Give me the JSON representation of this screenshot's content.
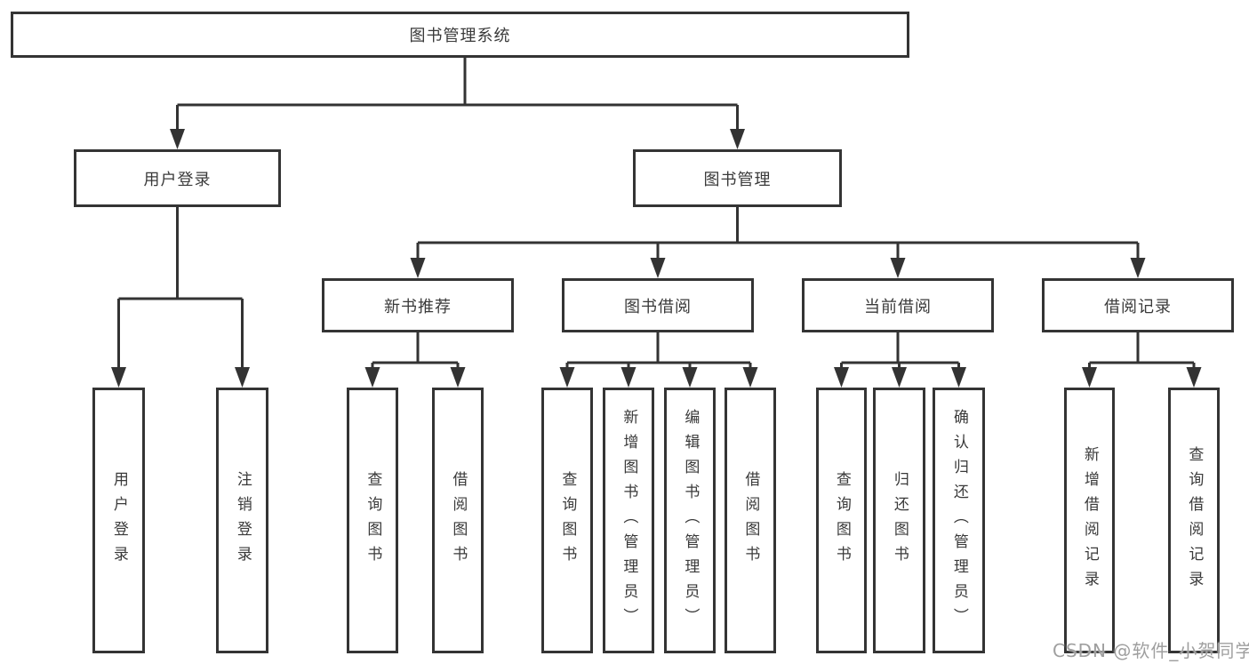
{
  "page": {
    "background": "#ffffff",
    "line_color": "#333333",
    "box_border_color": "#343434"
  },
  "watermark": {
    "text": "CSDN @软件_小贺同学",
    "color": "#9f9f9f"
  },
  "tree": {
    "root": {
      "label": "图书管理系统"
    },
    "level2": [
      {
        "id": "user-login-group",
        "label": "用户登录"
      },
      {
        "id": "book-management",
        "label": "图书管理"
      }
    ],
    "level3": [
      {
        "id": "new-book-recommend",
        "label": "新书推荐"
      },
      {
        "id": "book-borrowing",
        "label": "图书借阅"
      },
      {
        "id": "current-borrowing",
        "label": "当前借阅"
      },
      {
        "id": "borrowing-records",
        "label": "借阅记录"
      }
    ],
    "leaves": [
      {
        "id": "user-login",
        "label": "用户登录"
      },
      {
        "id": "logout",
        "label": "注销登录"
      },
      {
        "id": "query-books-recommend",
        "label": "查询图书"
      },
      {
        "id": "borrow-books-recommend",
        "label": "借阅图书"
      },
      {
        "id": "query-books-borrowing",
        "label": "查询图书"
      },
      {
        "id": "add-books-admin",
        "label": "新增图书（管理员）"
      },
      {
        "id": "edit-books-admin",
        "label": "编辑图书（管理员）"
      },
      {
        "id": "borrow-books-borrowing",
        "label": "借阅图书"
      },
      {
        "id": "query-books-current",
        "label": "查询图书"
      },
      {
        "id": "return-books",
        "label": "归还图书"
      },
      {
        "id": "confirm-return-admin",
        "label": "确认归还（管理员）"
      },
      {
        "id": "add-borrow-record",
        "label": "新增借阅记录"
      },
      {
        "id": "query-borrow-record",
        "label": "查询借阅记录"
      }
    ]
  }
}
